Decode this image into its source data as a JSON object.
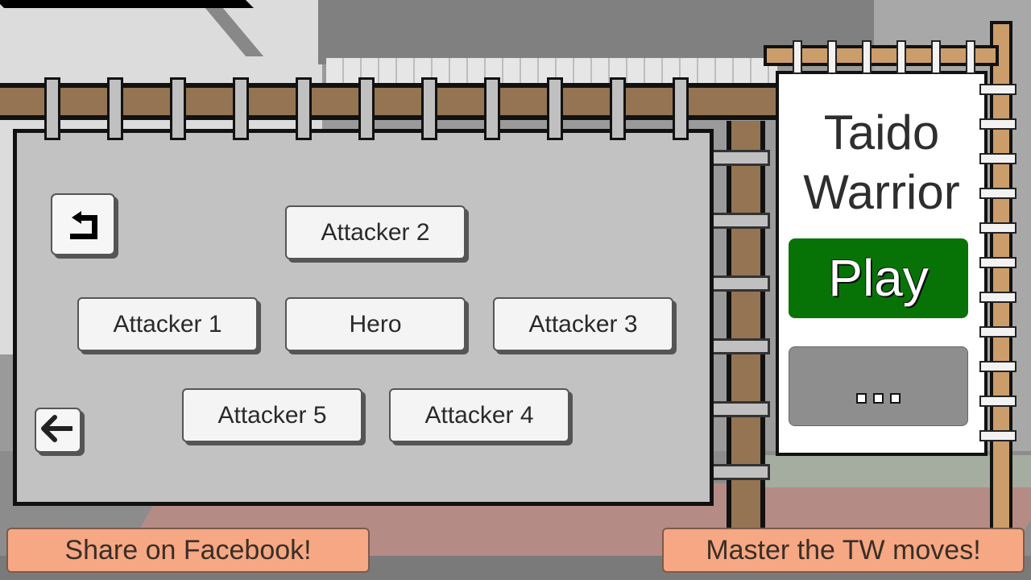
{
  "game": {
    "title_line1": "Taido",
    "title_line2": "Warrior"
  },
  "side_panel": {
    "play_label": "Play",
    "more_icon": "ellipsis-squares-icon"
  },
  "menu": {
    "buttons": [
      {
        "label": "Attacker 2"
      },
      {
        "label": "Attacker 1"
      },
      {
        "label": "Hero"
      },
      {
        "label": "Attacker 3"
      },
      {
        "label": "Attacker 5"
      },
      {
        "label": "Attacker 4"
      }
    ],
    "undo_icon": "return-arrow-icon",
    "back_icon": "left-arrow-icon"
  },
  "footer": {
    "share_label": "Share on Facebook!",
    "master_label": "Master the TW moves!"
  },
  "colors": {
    "play_green": "#077307",
    "footer_button": "#f5a883",
    "wood": "#947452",
    "wood_light": "#cb9d6a"
  }
}
